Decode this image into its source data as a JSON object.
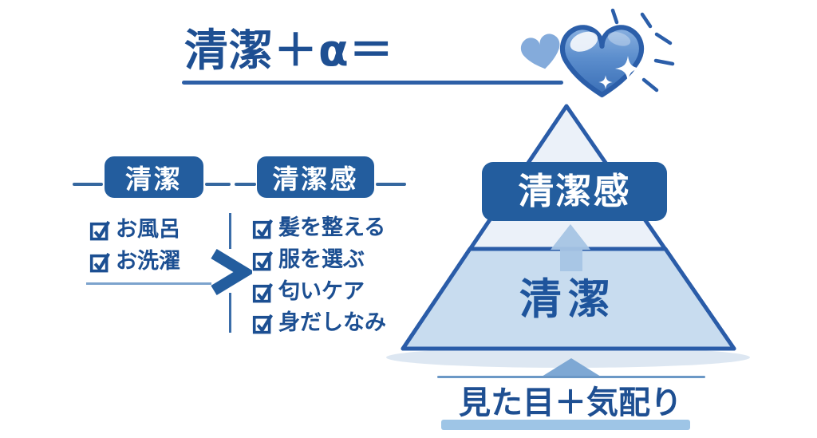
{
  "equation": {
    "text": "清潔＋α＝",
    "result_icon": "sparkling-blue-heart"
  },
  "comparison": {
    "clean": {
      "title": "清潔",
      "items": [
        "お風呂",
        "お洗濯"
      ]
    },
    "impression": {
      "title": "清潔感",
      "items": [
        "髪を整える",
        "服を選ぶ",
        "匂いケア",
        "身だしなみ"
      ]
    }
  },
  "pyramid": {
    "top_label": "清潔感",
    "base_label": "清潔",
    "caption": "見た目＋気配り"
  },
  "icons": {
    "checkbox": "checked-checkbox",
    "chevron": "greater-than",
    "large_heart": "sparkling-heart",
    "small_heart": "small-heart",
    "up_arrow": "upward-arrow"
  },
  "colors": {
    "primary_blue": "#235d9e",
    "text_blue": "#1c4f92",
    "pyramid_light_fill": "#c8dcef",
    "pyramid_lighter_fill": "#ebf1f9",
    "arrow_blue": "#a7c4e4",
    "caption_underline": "#9ec5e6",
    "shadow": "#dde7f2",
    "background": "#ffffff"
  }
}
